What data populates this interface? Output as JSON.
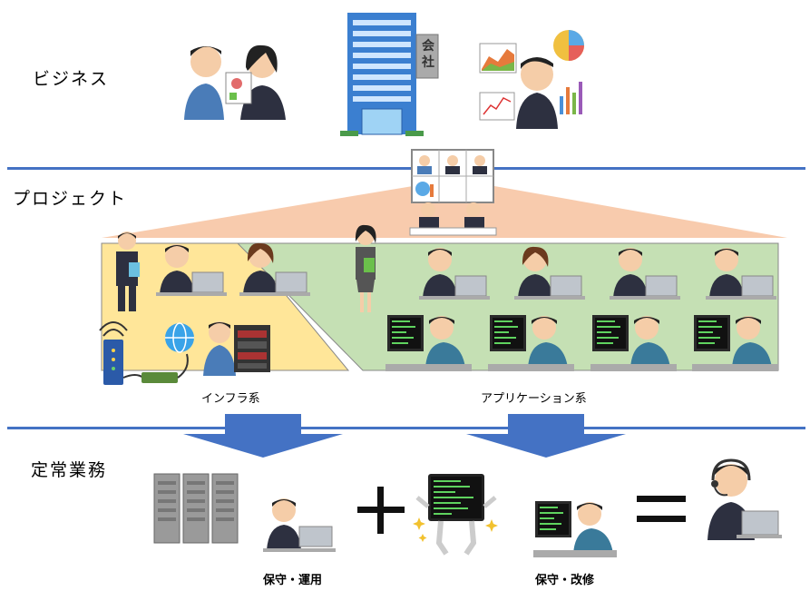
{
  "sections": {
    "business": "ビジネス",
    "project": "プロジェクト",
    "routine": "定常業務"
  },
  "building_sign": "会社",
  "groups": {
    "infra": "インフラ系",
    "app": "アプリケーション系"
  },
  "outputs": {
    "maintenance_operation": "保守・運用",
    "maintenance_modification": "保守・改修"
  },
  "colors": {
    "separator": "#4472c4",
    "infra_area": "#ffe699",
    "app_area": "#c5e0b4",
    "project_fan": "#f8cbad",
    "arrow": "#4472c4"
  }
}
